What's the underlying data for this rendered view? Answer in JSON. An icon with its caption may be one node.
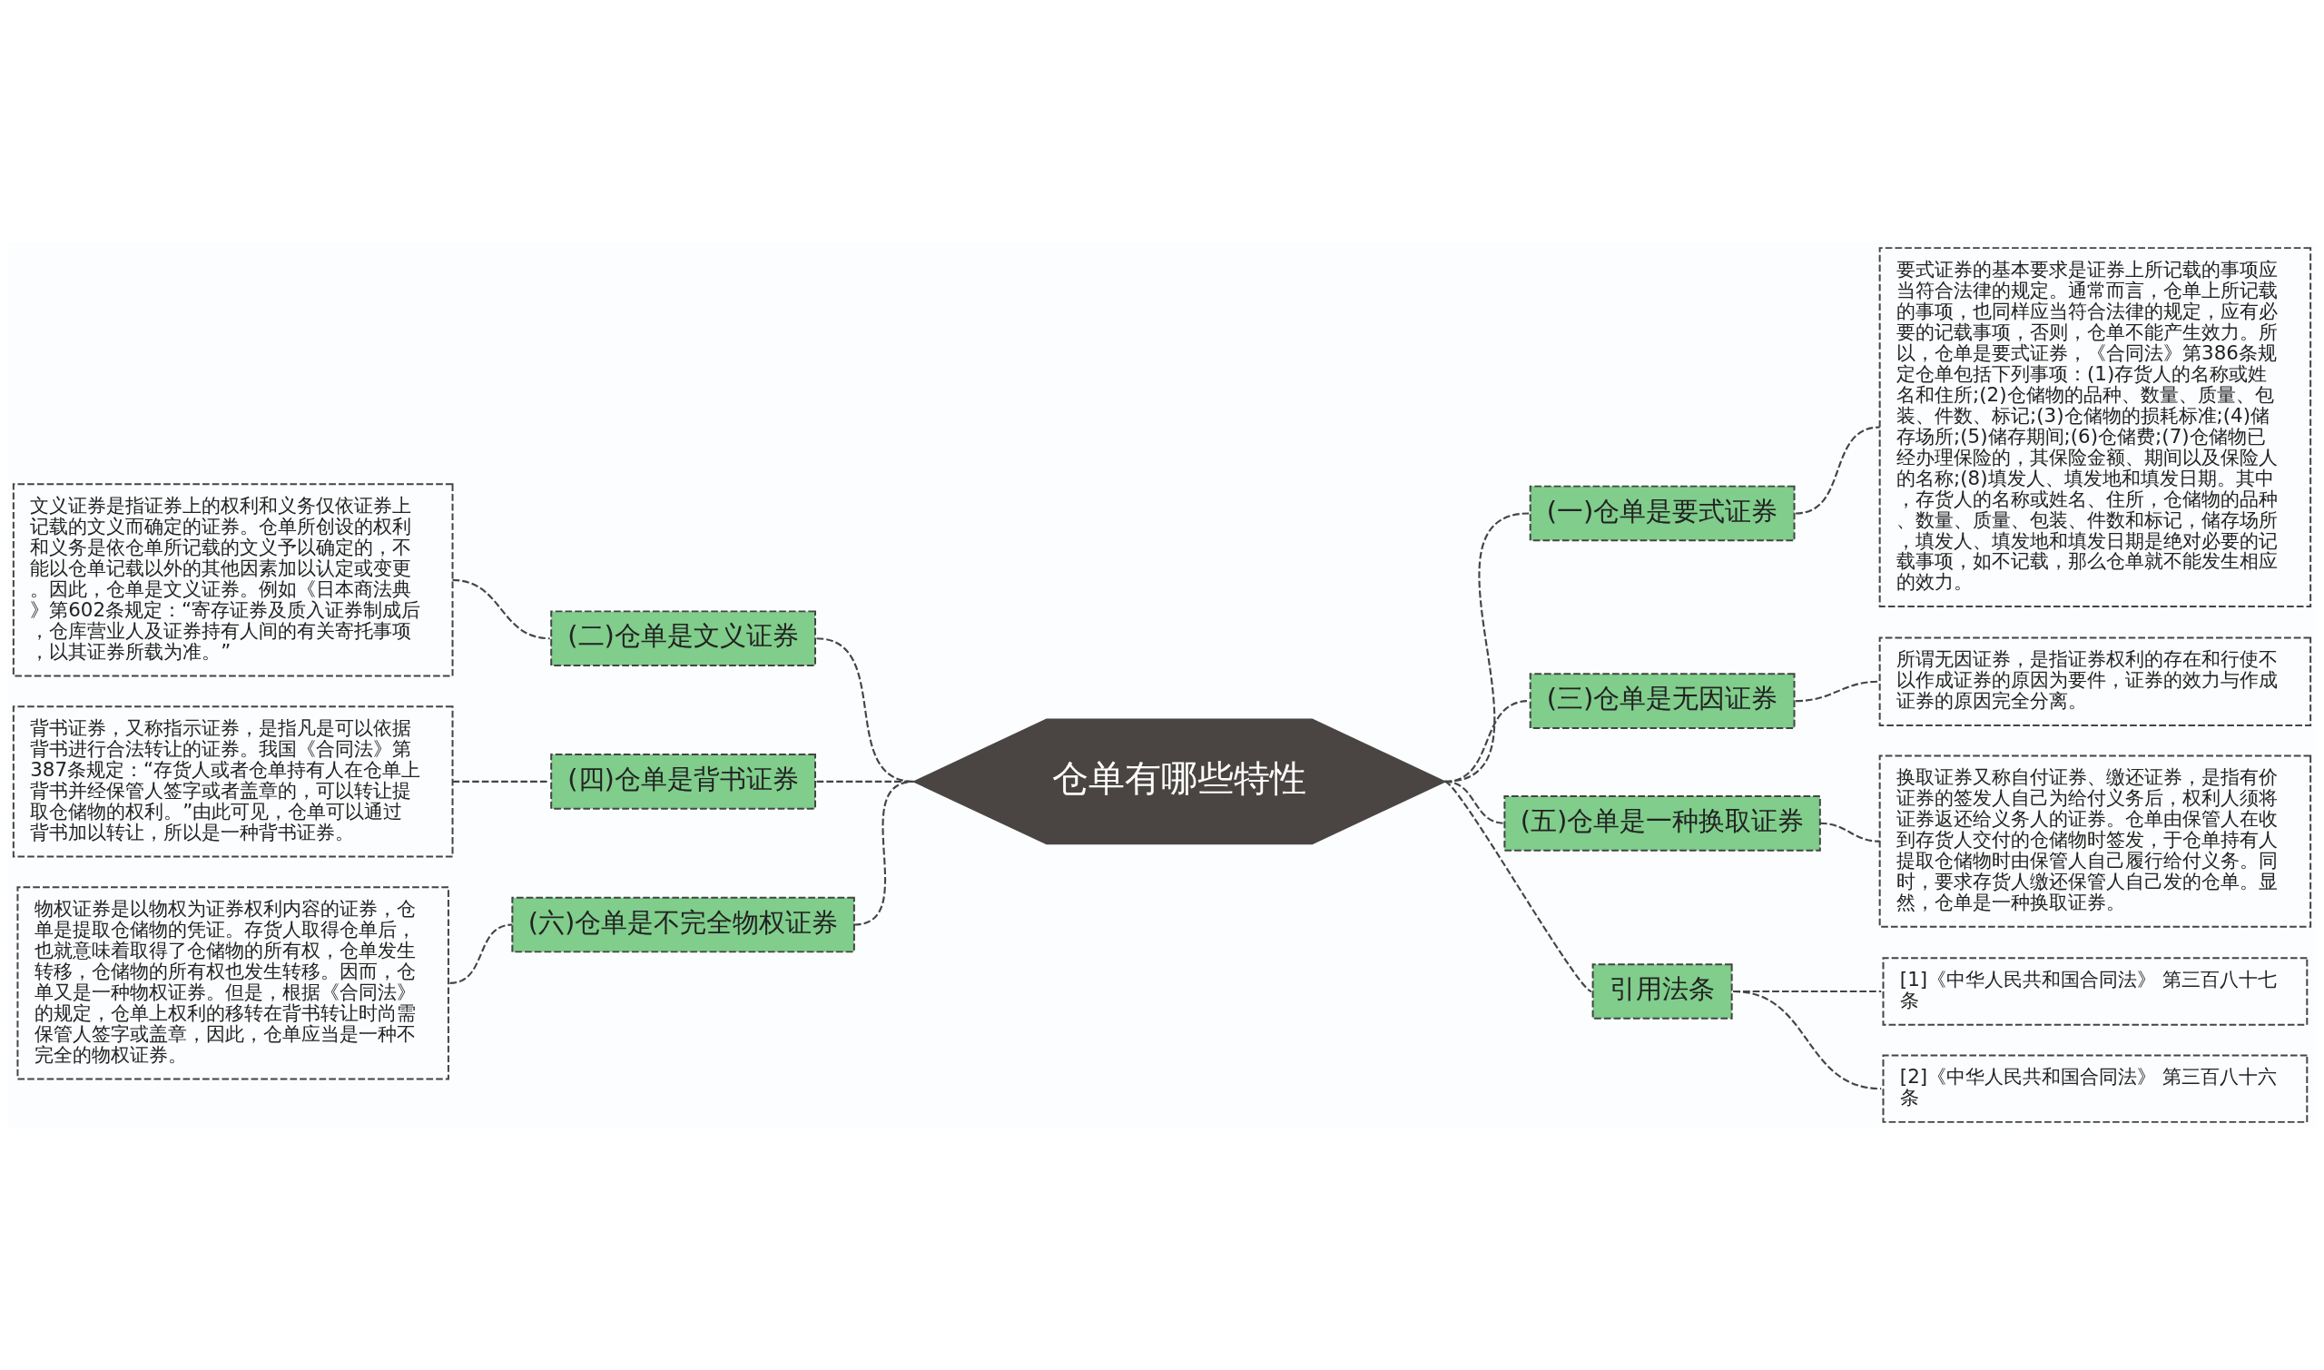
{
  "diagram": {
    "nodes": [
      {
        "text": [
          "仓单有哪些特性"
        ]
      },
      {
        "text": [
          "(一)仓单是要式证券"
        ]
      },
      {
        "text": [
          "要式证券的基本要求是证券上所记载的事项应当符合法律的规定。通常而言，仓单上所记载的事项，也同样应当符合法律的规定，应有必要的记载事项，否则，仓单不能产生效力。所以，仓单是要式证券，《合同法》第386条规定仓单包括下列事项：(1)存货人的名称或姓名和住所;(2)仓储物的品种、数量、质量、包装、件数、标记;(3)仓储物的损耗标准;(4)储存场所;(5)储存期间;(6)仓储费;(7)仓储物已经办理保险的，其保险金额、期间以及保险人的名称;(8)填发人、填发地和填发日期。其中，存货人的名称或姓名、住所，仓储物的品种、数量、质量、包装、件数和标记，储存场所，填发人、填发地和填发日期是绝对必要的记载事项，如不记载，那么仓单就不能发生相应的效力。"
        ]
      },
      {
        "text": [
          "(二)仓单是文义证券"
        ]
      },
      {
        "text": [
          "文义证券是指证券上的权利和义务仅依证券上记载的文义而确定的证券。仓单所创设的权利和义务是依仓单所记载的文义予以确定的，不能以仓单记载以外的其他因素加以认定或变更。因此，仓单是文义证券。例如《日本商法典》第602条规定：“寄存证券及质入证券制成后，仓库营业人及证券持有人间的有关寄托事项，以其证券所载为准。”"
        ]
      },
      {
        "text": [
          "(三)仓单是无因证券"
        ]
      },
      {
        "text": [
          "所谓无因证券，是指证券权利的存在和行使不以作成证券的原因为要件，证券的效力与作成证券的原因完全分离。"
        ]
      },
      {
        "text": [
          "(四)仓单是背书证券"
        ]
      },
      {
        "text": [
          "背书证券，又称指示证券，是指凡是可以依据背书进行合法转让的证券。我国《合同法》第387条规定：“存货人或者仓单持有人在仓单上背书并经保管人签字或者盖章的，可以转让提取仓储物的权利。”由此可见，仓单可以通过背书加以转让，所以是一种背书证券。"
        ]
      },
      {
        "text": [
          "(五)仓单是一种换取证券"
        ]
      },
      {
        "text": [
          "换取证券又称自付证券、缴还证券，是指有价证券的签发人自己为给付义务后，权利人须将证券返还给义务人的证券。仓单由保管人在收到存货人交付的仓储物时签发，于仓单持有人提取仓储物时由保管人自己履行给付义务。同时，要求存货人缴还保管人自己发的仓单。显然，仓单是一种换取证券。"
        ]
      },
      {
        "text": [
          "(六)仓单是不完全物权证券"
        ]
      },
      {
        "text": [
          "物权证券是以物权为证券权利内容的证券，仓单是提取仓储物的凭证。存货人取得仓单后，也就意味着取得了仓储物的所有权，仓单发生转移，仓储物的所有权也发生转移。因而，仓单又是一种物权证券。但是，根据《合同法》的规定，仓单上权利的移转在背书转让时尚需保管人签字或盖章，因此，仓单应当是一种不完全的物权证券。"
        ]
      },
      {
        "text": [
          "引用法条"
        ]
      },
      {
        "text": [
          "[1]《中华人民共和国合同法》 第三百八十七条"
        ]
      },
      {
        "text": [
          "[2]《中华人民共和国合同法》 第三百八十六条"
        ]
      }
    ],
    "edges": [
      {
        "from": 0,
        "to": 1,
        "arrow": "none",
        "style": "dashed"
      },
      {
        "from": 1,
        "to": 2,
        "arrow": "none",
        "style": "dashed"
      },
      {
        "from": 4,
        "to": 3,
        "arrow": "none",
        "style": "dashed"
      },
      {
        "from": 3,
        "to": 0,
        "arrow": "none",
        "style": "dashed"
      },
      {
        "from": 0,
        "to": 5,
        "arrow": "none",
        "style": "dashed"
      },
      {
        "from": 5,
        "to": 6,
        "arrow": "none",
        "style": "dashed"
      },
      {
        "from": 8,
        "to": 7,
        "arrow": "none",
        "style": "dashed"
      },
      {
        "from": 7,
        "to": 0,
        "arrow": "none",
        "style": "dashed"
      },
      {
        "from": 0,
        "to": 9,
        "arrow": "none",
        "style": "dashed"
      },
      {
        "from": 9,
        "to": 10,
        "arrow": "none",
        "style": "dashed"
      },
      {
        "from": 12,
        "to": 11,
        "arrow": "none",
        "style": "dashed"
      },
      {
        "from": 11,
        "to": 0,
        "arrow": "none",
        "style": "dashed"
      },
      {
        "from": 0,
        "to": 13,
        "arrow": "none",
        "style": "dashed"
      },
      {
        "from": 13,
        "to": 14,
        "arrow": "none",
        "style": "dashed"
      },
      {
        "from": 13,
        "to": 15,
        "arrow": "none",
        "style": "dashed"
      }
    ]
  }
}
